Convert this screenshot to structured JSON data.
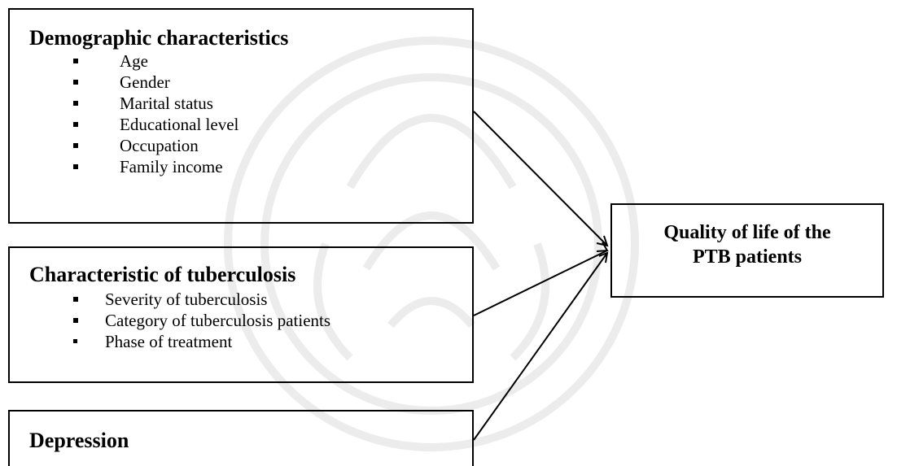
{
  "boxes": {
    "demographic": {
      "title": "Demographic characteristics",
      "items": [
        "Age",
        "Gender",
        "Marital status",
        "Educational level",
        "Occupation",
        "Family income"
      ]
    },
    "tuberculosis": {
      "title": "Characteristic of tuberculosis",
      "items": [
        "Severity of tuberculosis",
        "Category of tuberculosis patients",
        "Phase of treatment"
      ]
    },
    "depression": {
      "title": "Depression"
    },
    "outcome": {
      "line1": "Quality of life of the",
      "line2": "PTB patients"
    }
  },
  "colors": {
    "stroke": "#000000",
    "watermark": "#efefef"
  }
}
